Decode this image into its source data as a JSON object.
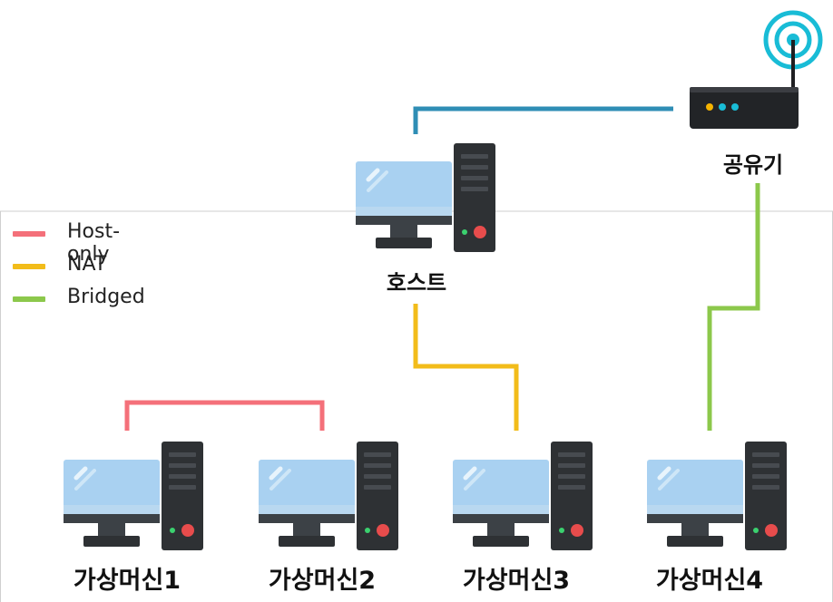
{
  "router": {
    "label": "공유기",
    "icon": "wifi-router-icon"
  },
  "host": {
    "label": "호스트",
    "icon": "desktop-computer-icon"
  },
  "vms": [
    {
      "label": "가상머신1",
      "icon": "desktop-computer-icon"
    },
    {
      "label": "가상머신2",
      "icon": "desktop-computer-icon"
    },
    {
      "label": "가상머신3",
      "icon": "desktop-computer-icon"
    },
    {
      "label": "가상머신4",
      "icon": "desktop-computer-icon"
    }
  ],
  "legend": [
    {
      "label": "Host-only",
      "color": "#f4707a"
    },
    {
      "label": "NAT",
      "color": "#f2bc1a"
    },
    {
      "label": "Bridged",
      "color": "#8cc84b"
    }
  ],
  "colors": {
    "host_to_router": "#2f8eb5",
    "host_only": "#f4707a",
    "nat": "#f2bc1a",
    "bridged": "#8cc84b",
    "frame": "#cfcfcf"
  }
}
